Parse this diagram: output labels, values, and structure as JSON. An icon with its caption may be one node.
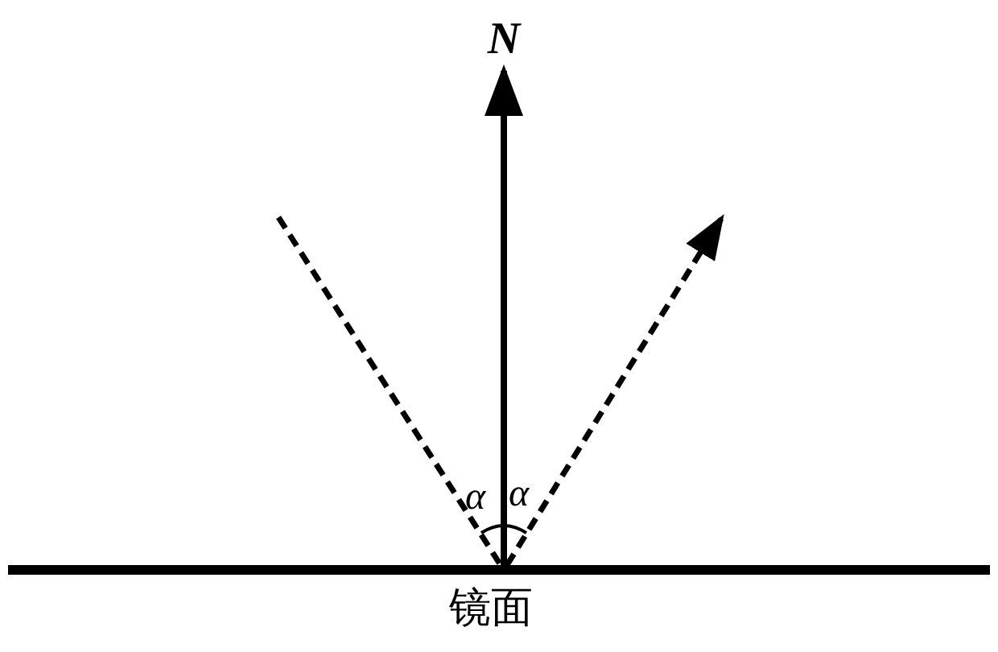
{
  "diagram": {
    "nodes": [
      {
        "text": [
          "镜面"
        ]
      },
      {
        "text": [
          "N"
        ]
      }
    ],
    "edges": [
      {
        "from": 0,
        "to": 1,
        "arrow": "to"
      },
      {
        "from": null,
        "to": 0,
        "arrow": "none",
        "style": "dashed"
      },
      {
        "from": 0,
        "to": null,
        "arrow": "to",
        "style": "dashed"
      }
    ],
    "labels": [
      "α",
      "α"
    ]
  }
}
